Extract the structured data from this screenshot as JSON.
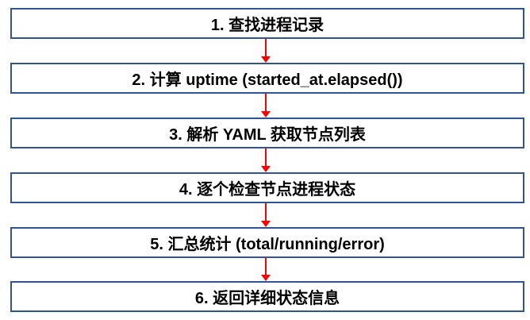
{
  "diagram": {
    "type": "flowchart",
    "direction": "top-down",
    "steps": [
      {
        "id": 1,
        "label": "1. 查找进程记录"
      },
      {
        "id": 2,
        "label": "2. 计算 uptime (started_at.elapsed())"
      },
      {
        "id": 3,
        "label": "3. 解析 YAML 获取节点列表"
      },
      {
        "id": 4,
        "label": "4. 逐个检查节点进程状态"
      },
      {
        "id": 5,
        "label": "5. 汇总统计 (total/running/error)"
      },
      {
        "id": 6,
        "label": "6. 返回详细状态信息"
      }
    ],
    "colors": {
      "box_border": "#2F5597",
      "box_fill": "#FFFFFF",
      "arrow": "#FF0000",
      "text": "#000000"
    }
  }
}
